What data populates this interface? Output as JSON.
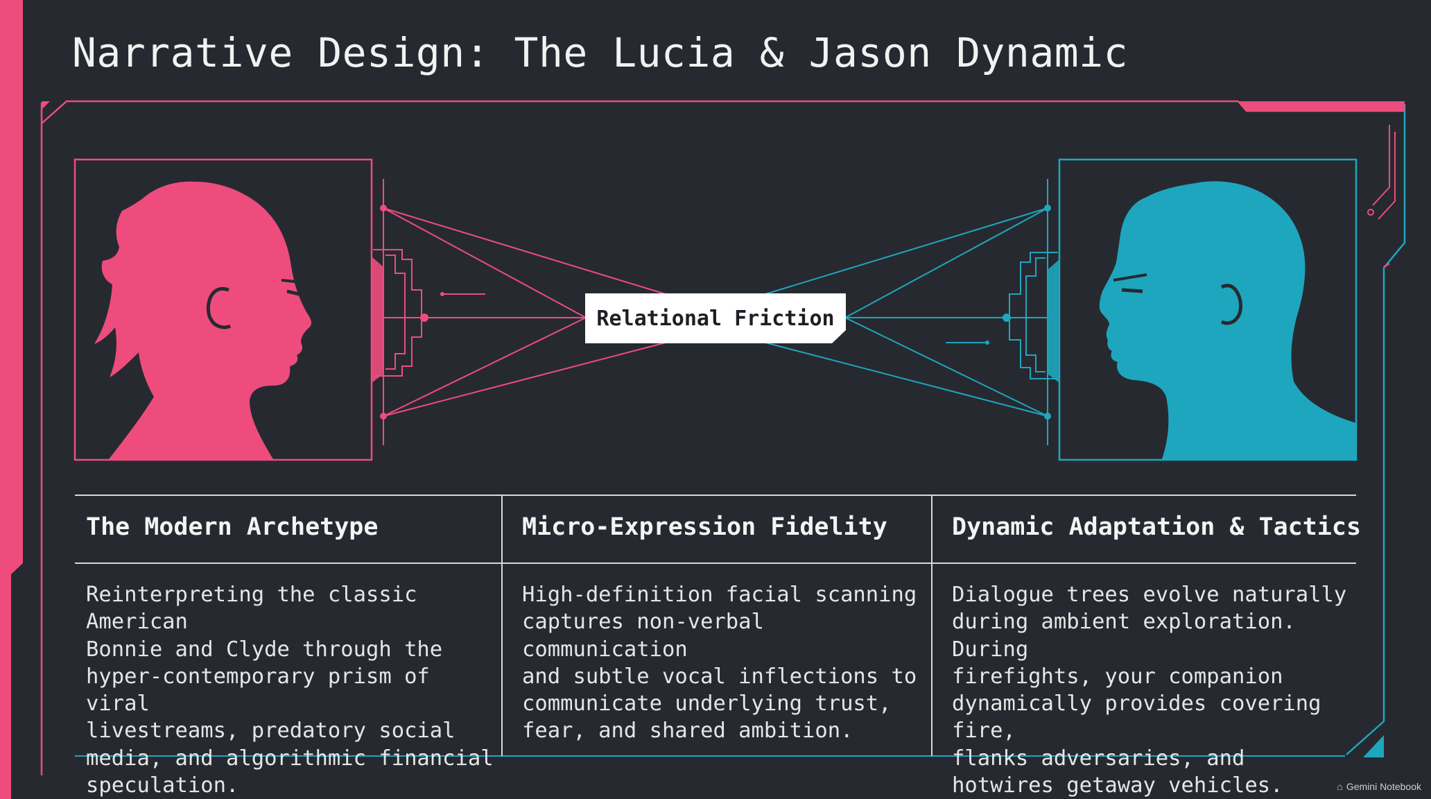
{
  "title": "Narrative Design: The Lucia & Jason Dynamic",
  "center_label": "Relational Friction",
  "colors": {
    "background": "#262a30",
    "lucia_pink": "#ef4c7e",
    "jason_teal": "#1fa6bf",
    "text": "#f2f2f2",
    "label_bg": "#ffffff"
  },
  "characters": [
    {
      "name": "lucia-silhouette",
      "accent": "#ef4c7e"
    },
    {
      "name": "jason-silhouette",
      "accent": "#1fa6bf"
    }
  ],
  "columns": [
    {
      "heading": "The Modern Archetype",
      "body": "Reinterpreting the classic American\nBonnie and Clyde through the\nhyper-contemporary prism of viral\nlivestreams, predatory social\nmedia, and algorithmic financial\nspeculation."
    },
    {
      "heading": "Micro-Expression Fidelity",
      "body": "High-definition facial scanning\ncaptures non-verbal communication\nand subtle vocal inflections to\ncommunicate underlying trust,\nfear, and shared ambition."
    },
    {
      "heading": "Dynamic Adaptation & Tactics",
      "body": "Dialogue trees evolve naturally\nduring ambient exploration. During\nfirefights, your companion\ndynamically provides covering fire,\nflanks adversaries, and\nhotwires getaway vehicles."
    }
  ],
  "watermark": "Gemini Notebook"
}
